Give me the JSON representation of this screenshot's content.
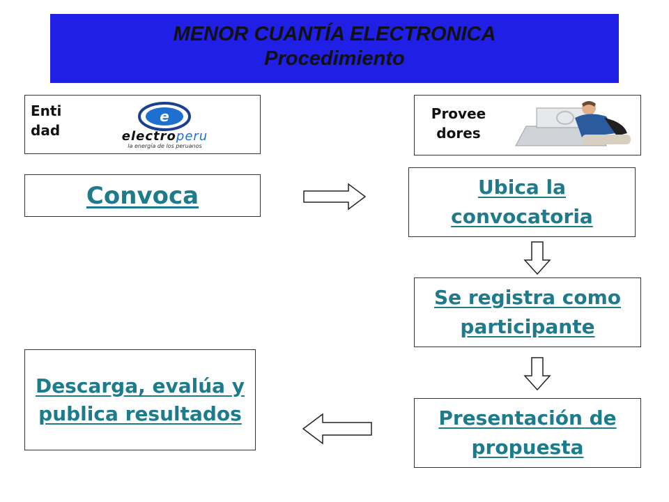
{
  "header": {
    "title": "MENOR CUANTÍA ELECTRONICA",
    "subtitle": "Procedimiento"
  },
  "entidad": {
    "label_line1": "Enti",
    "label_line2": "dad",
    "logo_text_a": "electro",
    "logo_text_b": "peru",
    "logo_tagline": "la energía de los peruanos"
  },
  "proveedores": {
    "label_line1": "Provee",
    "label_line2": "dores"
  },
  "steps": {
    "convoca": "Convoca",
    "ubica": "Ubica la convocatoria",
    "registra": "Se registra como participante",
    "presentacion": "Presentación de propuesta",
    "descarga": "Descarga, evalúa y publica resultados"
  }
}
